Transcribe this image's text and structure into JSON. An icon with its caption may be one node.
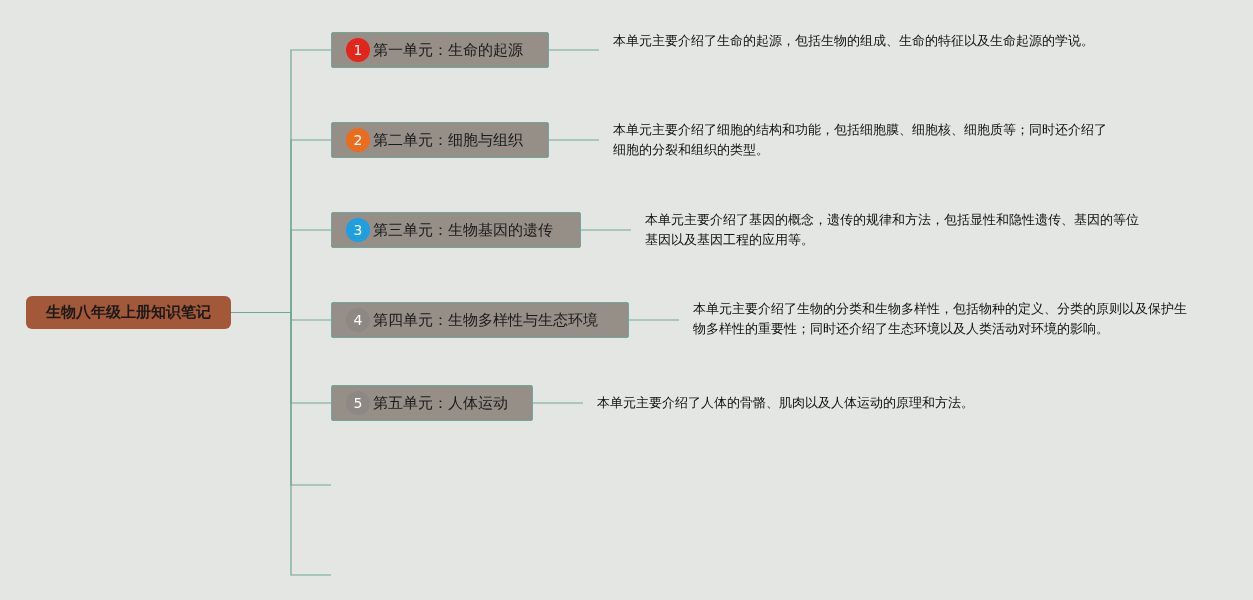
{
  "diagram": {
    "nodes": [
      {
        "text": [
          "生物八年级上册知识笔记"
        ]
      },
      {
        "text": [
          "1",
          "第一单元：生命的起源"
        ]
      },
      {
        "text": [
          "本单元主要介绍了生命的起源，包括生物的组成、生命的特征以及生命起源的学说。"
        ]
      },
      {
        "text": [
          "2",
          "第二单元：细胞与组织"
        ]
      },
      {
        "text": [
          "本单元主要介绍了细胞的结构和功能，包括细胞膜、细胞核、细胞质等；同时还介绍了细胞的分裂和组织的类型。"
        ]
      },
      {
        "text": [
          "3",
          "第三单元：生物基因的遗传"
        ]
      },
      {
        "text": [
          "本单元主要介绍了基因的概念，遗传的规律和方法，包括显性和隐性遗传、基因的等位基因以及基因工程的应用等。"
        ]
      },
      {
        "text": [
          "4",
          "第四单元：生物多样性与生态环境"
        ]
      },
      {
        "text": [
          "本单元主要介绍了生物的分类和生物多样性，包括物种的定义、分类的原则以及保护生物多样性的重要性；同时还介绍了生态环境以及人类活动对环境的影响。"
        ]
      },
      {
        "text": [
          "5",
          "第五单元：人体运动"
        ]
      },
      {
        "text": [
          "本单元主要介绍了人体的骨骼、肌肉以及人体运动的原理和方法。"
        ]
      }
    ],
    "edges": [
      {
        "from": 0,
        "to": 1,
        "arrow": "none"
      },
      {
        "from": 1,
        "to": 2,
        "arrow": "none"
      },
      {
        "from": 0,
        "to": 3,
        "arrow": "none"
      },
      {
        "from": 3,
        "to": 4,
        "arrow": "none"
      },
      {
        "from": 0,
        "to": 5,
        "arrow": "none"
      },
      {
        "from": 5,
        "to": 6,
        "arrow": "none"
      },
      {
        "from": 0,
        "to": 7,
        "arrow": "none"
      },
      {
        "from": 7,
        "to": 8,
        "arrow": "none"
      },
      {
        "from": 0,
        "to": 9,
        "arrow": "none"
      },
      {
        "from": 9,
        "to": 10,
        "arrow": "none"
      },
      {
        "from": 0,
        "to": null,
        "arrow": "none"
      },
      {
        "from": 0,
        "to": null,
        "arrow": "none"
      }
    ]
  }
}
